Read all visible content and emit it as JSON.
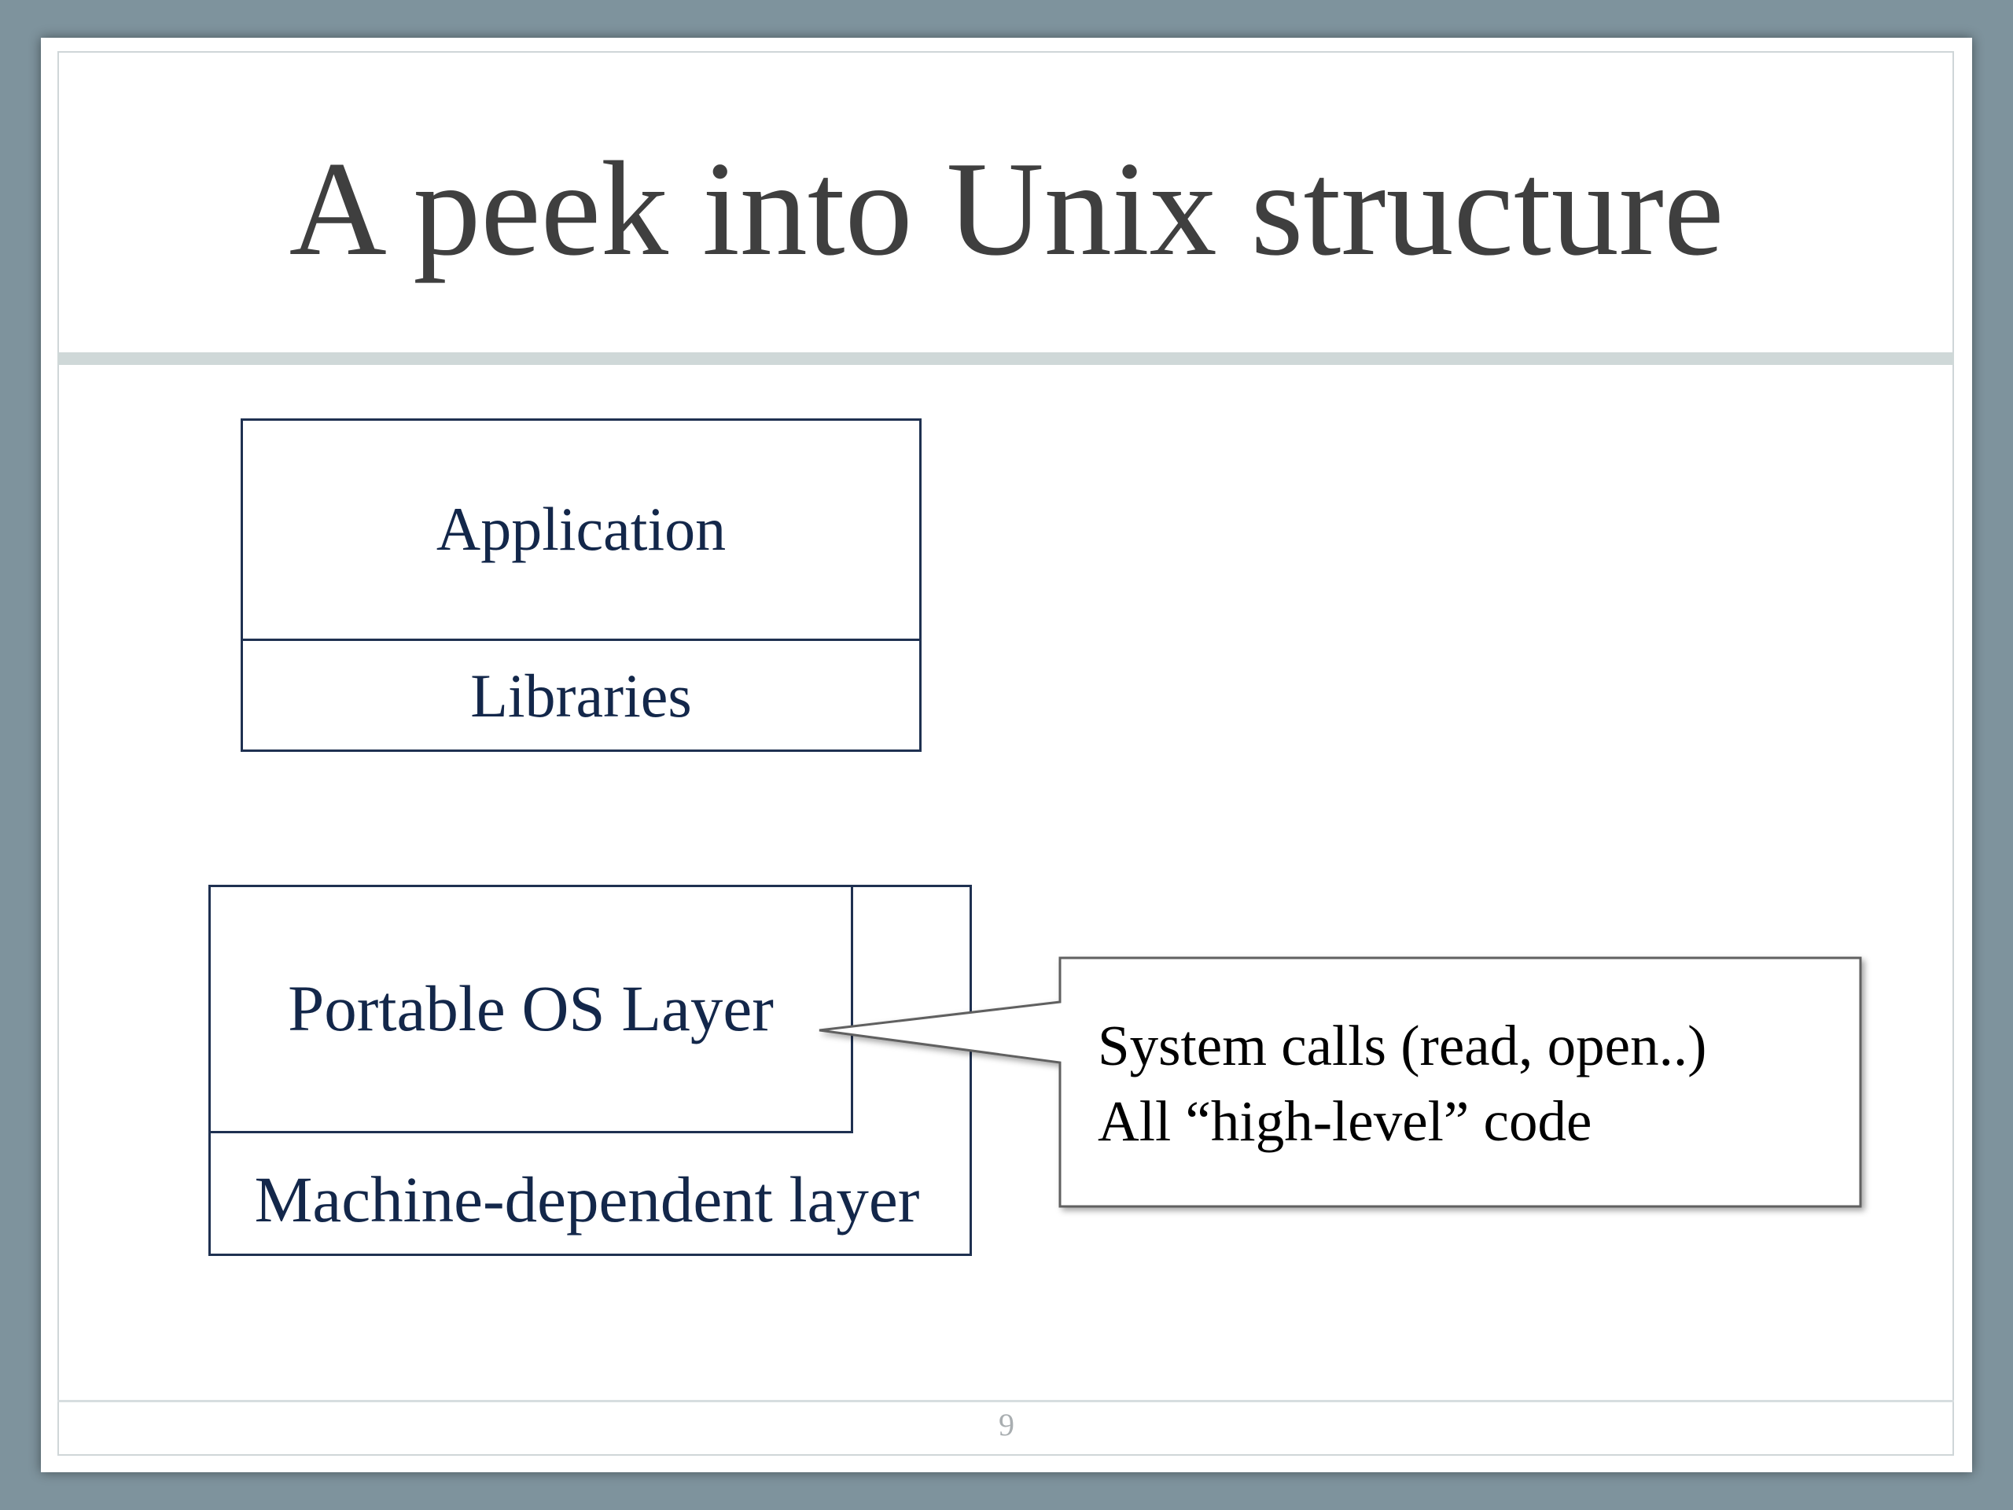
{
  "slide": {
    "title": "A peek into Unix structure",
    "page_number": "9"
  },
  "diagram": {
    "application_label": "Application",
    "libraries_label": "Libraries",
    "portable_os_label": "Portable OS Layer",
    "machine_dependent_label": "Machine-dependent layer"
  },
  "callout": {
    "line1": "System calls (read, open..)",
    "line2": "All “high-level” code"
  }
}
